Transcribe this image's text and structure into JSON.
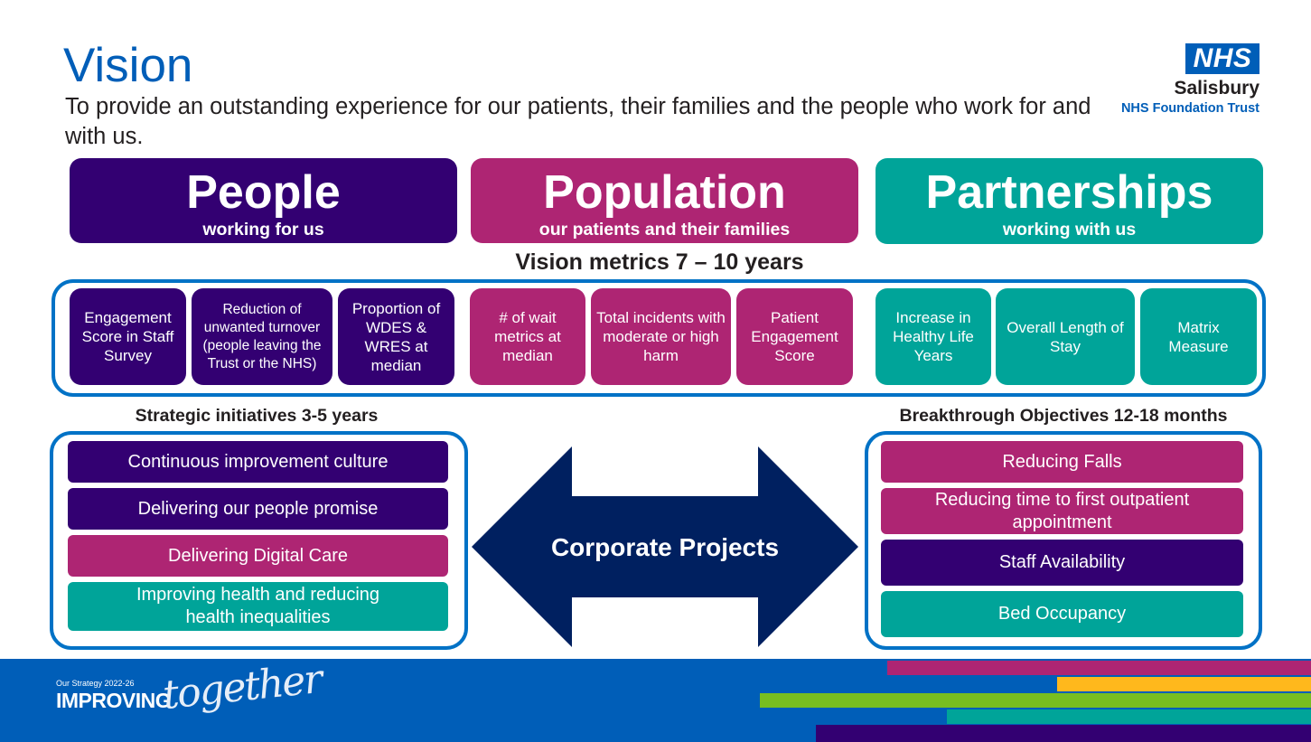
{
  "header": {
    "title": "Vision",
    "subtitle": "To provide an outstanding experience for our patients, their families and the people who work for and with us."
  },
  "logo": {
    "mark": "NHS",
    "organisation": "Salisbury",
    "trust": "NHS Foundation Trust"
  },
  "pillars": [
    {
      "title": "People",
      "subtitle": "working for us",
      "color": "#330072"
    },
    {
      "title": "Population",
      "subtitle": "our patients and their families",
      "color": "#ae2573"
    },
    {
      "title": "Partnerships",
      "subtitle": "working with us",
      "color": "#00a499"
    }
  ],
  "vision_metrics": {
    "title": "Vision metrics 7 – 10 years",
    "items": [
      "Engagement Score in Staff Survey",
      "Reduction of unwanted turnover (people leaving the Trust or the NHS)",
      "Proportion of WDES & WRES at median",
      "# of wait metrics at median",
      "Total incidents with moderate or high harm",
      "Patient Engagement Score",
      "Increase in Healthy Life Years",
      "Overall Length of Stay",
      "Matrix Measure"
    ]
  },
  "strategic": {
    "heading": "Strategic initiatives 3-5 years",
    "items": [
      "Continuous improvement culture",
      "Delivering our people promise",
      "Delivering Digital Care",
      "Improving health and reducing health inequalities"
    ]
  },
  "center": {
    "label": "Corporate Projects"
  },
  "breakthrough": {
    "heading": "Breakthrough Objectives 12-18 months",
    "items": [
      "Reducing Falls",
      "Reducing time to first outpatient appointment",
      "Staff Availability",
      "Bed Occupancy"
    ]
  },
  "footer": {
    "strategy_label": "Our Strategy 2022-26",
    "brand": "IMPROVING",
    "brand_script": "together"
  },
  "colors": {
    "nhs_blue": "#005eb8",
    "purple": "#330072",
    "magenta": "#ae2573",
    "teal": "#00a499",
    "navy": "#002060"
  }
}
